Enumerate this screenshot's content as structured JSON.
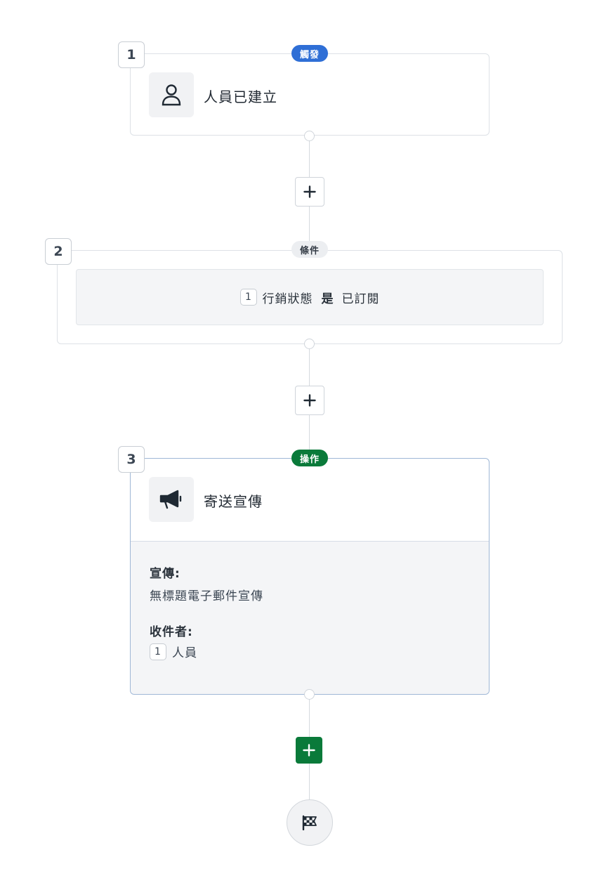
{
  "steps": [
    {
      "number": "1",
      "badge": "觸發",
      "title": "人員已建立",
      "icon": "person-icon"
    },
    {
      "number": "2",
      "badge": "條件",
      "condition": {
        "index": "1",
        "field": "行銷狀態",
        "operator": "是",
        "value": "已訂閱"
      }
    },
    {
      "number": "3",
      "badge": "操作",
      "title": "寄送宣傳",
      "icon": "megaphone-icon",
      "campaign_label": "宣傳:",
      "campaign_value": "無標題電子郵件宣傳",
      "recipients_label": "收件者:",
      "recipients_index": "1",
      "recipients_value": "人員"
    }
  ],
  "add_buttons": [
    {
      "icon": "plus-icon",
      "accent": "#ffffff"
    },
    {
      "icon": "plus-icon",
      "accent": "#ffffff"
    },
    {
      "icon": "plus-icon",
      "accent": "#0a7a3a"
    }
  ],
  "finish_icon": "checkered-flag-icon",
  "colors": {
    "trigger": "#2f6fd6",
    "action": "#0a7a3a",
    "condition": "#eceef1"
  }
}
